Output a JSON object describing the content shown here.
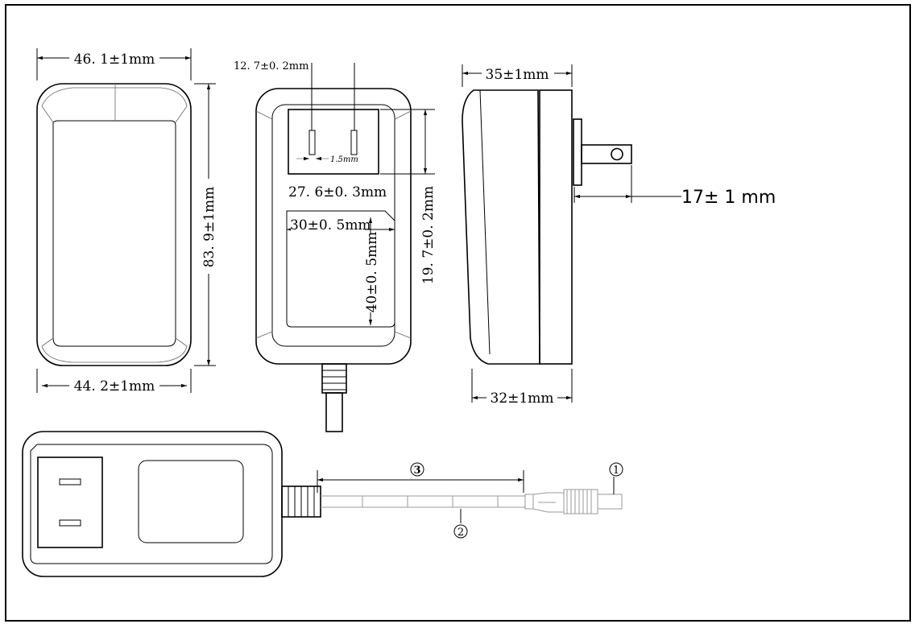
{
  "labels": {
    "width_top": "46. 1±1mm",
    "width_bottom": "44. 2±1mm",
    "height": "83. 9±1mm",
    "pin_pitch": "12. 7±0. 2mm",
    "pin_width": "1.5mm",
    "plug_face_width": "27. 6±0. 3mm",
    "plug_face_height": "19. 7±0. 2mm",
    "label_width": "30±0. 5mm",
    "label_height": "40±0. 5mm",
    "depth_top": "35±1mm",
    "depth_bottom": "32±1mm",
    "pin_length": "17± 1  mm"
  },
  "callouts": {
    "c1": "1",
    "c2": "2",
    "c3": "3"
  }
}
